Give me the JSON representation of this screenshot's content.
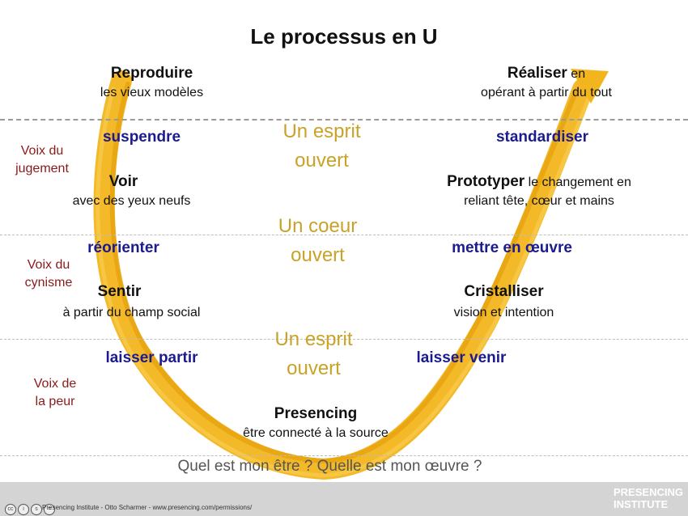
{
  "title": "Le processus en U",
  "left": {
    "top_stage": {
      "name": "Reproduire",
      "sub": "les vieux modèles"
    },
    "verb1": "suspendre",
    "voir": {
      "name": "Voir",
      "sub": "avec des yeux neufs"
    },
    "verb2": "réorienter",
    "sentir": {
      "name": "Sentir",
      "sub": "à partir du champ social"
    },
    "verb3": "laisser partir"
  },
  "right": {
    "top_stage": {
      "name": "Réaliser",
      "inline": " en",
      "sub": "opérant à partir du tout"
    },
    "verb1": "standardiser",
    "prototyper": {
      "name": "Prototyper",
      "inline": " le changement en",
      "sub": "reliant tête, cœur et mains"
    },
    "verb2": "mettre en œuvre",
    "cristalliser": {
      "name": "Cristalliser",
      "sub": "vision et intention"
    },
    "verb3": "laisser venir"
  },
  "voices": {
    "jugement": {
      "line1": "Voix du",
      "line2": "jugement"
    },
    "cynisme": {
      "line1": "Voix du",
      "line2": "cynisme"
    },
    "peur": {
      "line1": "Voix de",
      "line2": "la peur"
    }
  },
  "open": {
    "esprit": {
      "line1": "Un esprit",
      "line2": "ouvert"
    },
    "coeur": {
      "line1": "Un coeur",
      "line2": "ouvert"
    },
    "volonte": {
      "line1": "Un esprit",
      "line2": "ouvert"
    }
  },
  "bottom": {
    "name": "Presencing",
    "sub": "être connecté à la source"
  },
  "question": "Quel est mon être ? Quelle est mon œuvre ?",
  "footer": {
    "credit": "Presencing Institute - Otto Scharmer - www.presencing.com/permissions/",
    "icons": [
      "cc",
      "i",
      "s",
      "="
    ],
    "logo_line1": "PRESENCING",
    "logo_line2": "INSTITUTE"
  },
  "colors": {
    "arc": "#f2b51d",
    "verbs": "#1b1b8f",
    "voices": "#8a1a1a",
    "open": "#c9a227"
  }
}
